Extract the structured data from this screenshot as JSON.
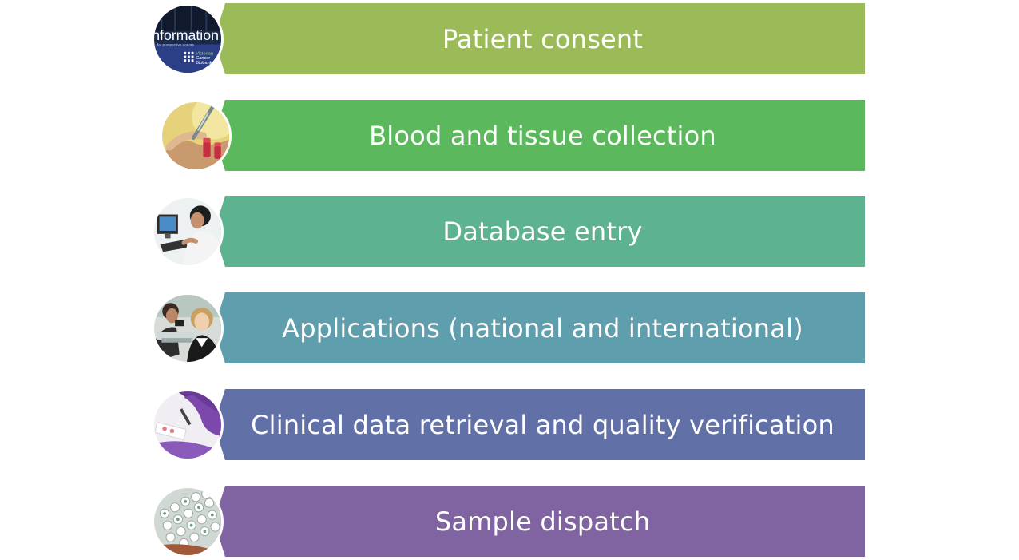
{
  "steps": [
    {
      "label": "Patient consent",
      "color": "#9bbb59",
      "image": "information-leaflet-icon",
      "leaflet_title": "nformation",
      "leaflet_subtitle": "for prospective donors",
      "leaflet_brand": [
        "Victorian",
        "Cancer",
        "Biobank"
      ]
    },
    {
      "label": "Blood and tissue collection",
      "color": "#5cb85c",
      "image": "blood-sample-tube-icon"
    },
    {
      "label": "Database entry",
      "color": "#5db38f",
      "image": "computer-operator-icon"
    },
    {
      "label": "Applications (national and international)",
      "color": "#5f9eac",
      "image": "microscope-researchers-icon"
    },
    {
      "label": "Clinical data retrieval and quality verification",
      "color": "#6270a8",
      "image": "gloved-hand-slides-icon"
    },
    {
      "label": "Sample dispatch",
      "color": "#8064a2",
      "image": "sample-vial-rack-icon"
    }
  ]
}
